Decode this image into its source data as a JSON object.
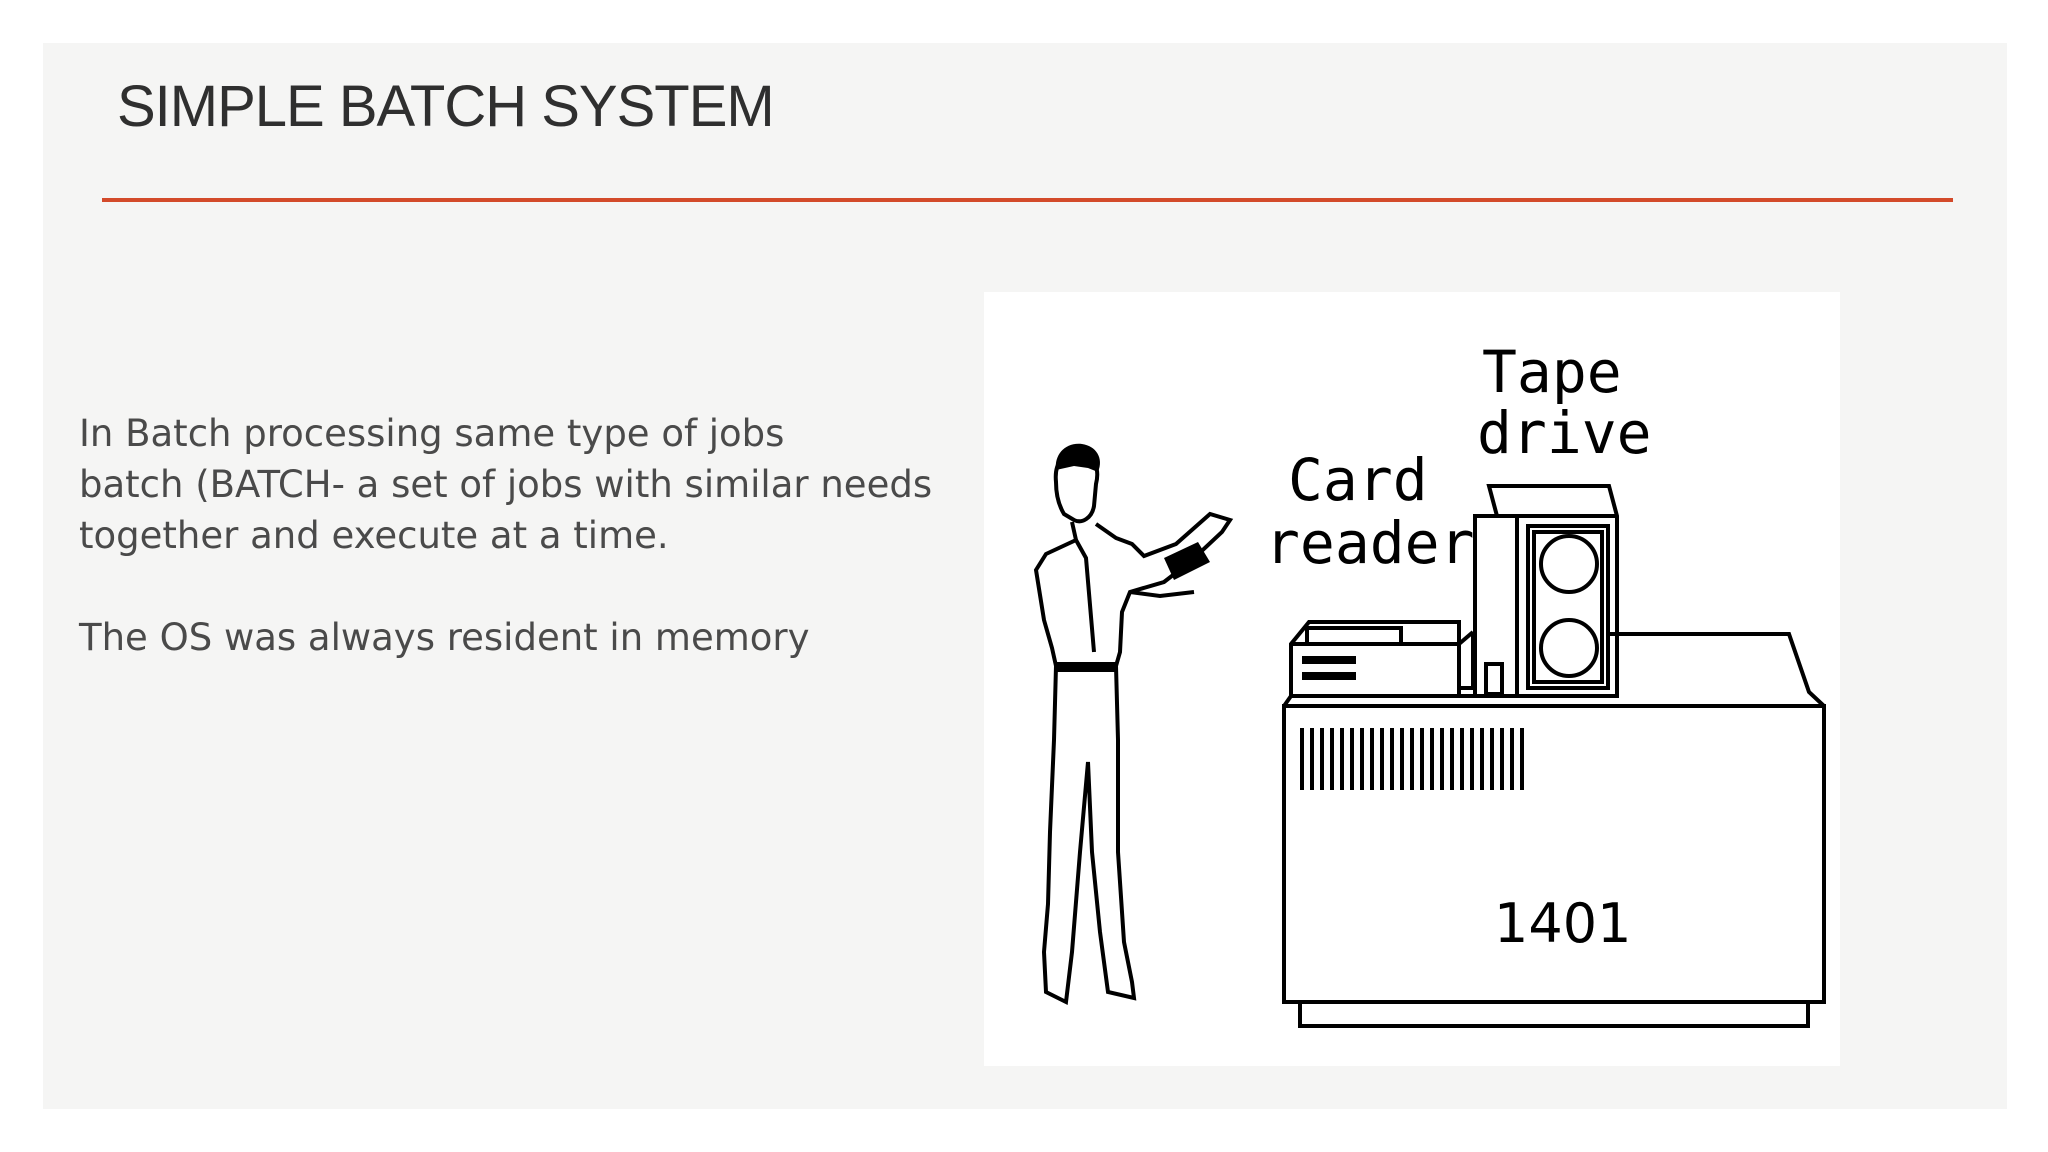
{
  "slide": {
    "title": "SIMPLE BATCH SYSTEM",
    "accent_color": "#d34a2a",
    "paragraphs": [
      {
        "lines": [
          "In Batch processing same type of jobs",
          "batch (BATCH- a set of jobs with similar needs",
          "together and execute at a time."
        ]
      },
      {
        "lines": [
          "The OS was always resident in memory"
        ]
      }
    ]
  },
  "figure": {
    "label_tape_line1": "Tape",
    "label_tape_line2": "drive",
    "label_card_line1": "Card",
    "label_card_line2": "reader",
    "computer_model": "1401"
  }
}
